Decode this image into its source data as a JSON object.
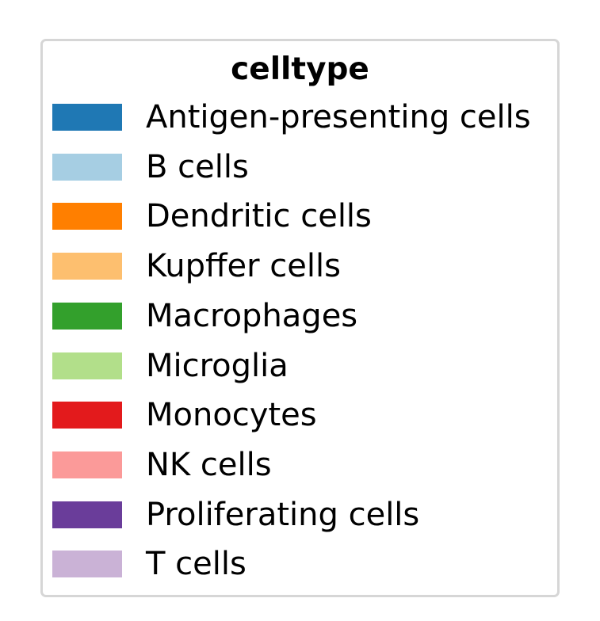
{
  "chart_data": {
    "type": "legend",
    "title": "celltype",
    "entries": [
      {
        "label": "Antigen-presenting cells",
        "color": "#1f78b4"
      },
      {
        "label": "B cells",
        "color": "#a6cee3"
      },
      {
        "label": "Dendritic cells",
        "color": "#ff7f00"
      },
      {
        "label": "Kupffer cells",
        "color": "#fdbf6f"
      },
      {
        "label": "Macrophages",
        "color": "#33a02c"
      },
      {
        "label": "Microglia",
        "color": "#b2df8a"
      },
      {
        "label": "Monocytes",
        "color": "#e31a1c"
      },
      {
        "label": "NK cells",
        "color": "#fb9a99"
      },
      {
        "label": "Proliferating cells",
        "color": "#6a3d9a"
      },
      {
        "label": "T cells",
        "color": "#cab2d6"
      }
    ]
  }
}
